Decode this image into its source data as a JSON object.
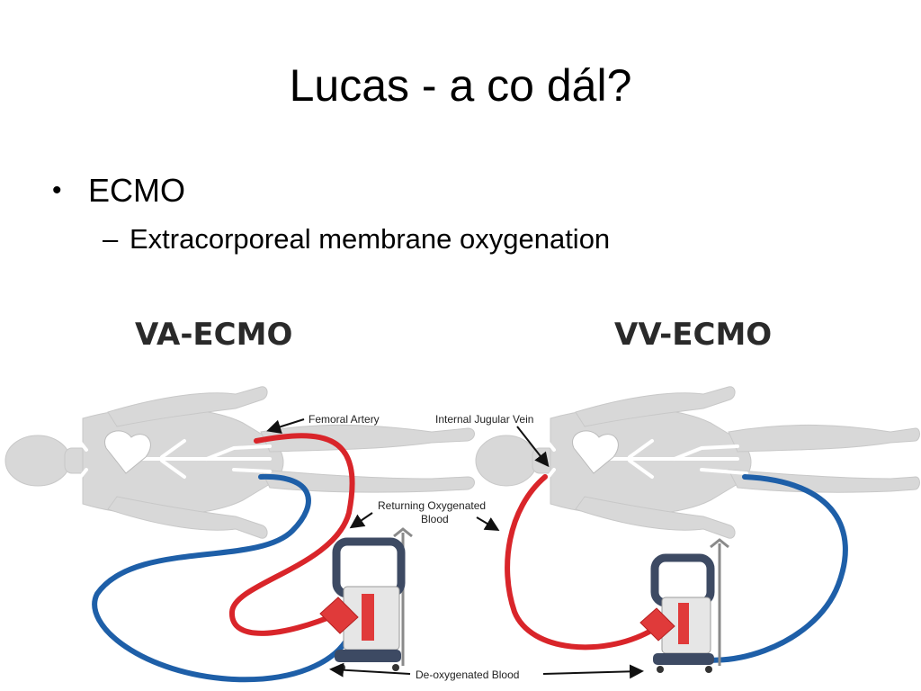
{
  "slide": {
    "title": "Lucas - a co dál?",
    "bullet": "ECMO",
    "bullet_marker": "•",
    "sub_bullet": "Extracorporeal membrane oxygenation",
    "sub_bullet_marker": "–"
  },
  "diagram": {
    "left_label": "VA-ECMO",
    "right_label": "VV-ECMO",
    "annotations": {
      "femoral_artery": "Femoral Artery",
      "internal_jugular_vein": "Internal Jugular Vein",
      "returning_line1": "Returning Oxygenated",
      "returning_line2": "Blood",
      "deoxygenated": "De-oxygenated Blood"
    },
    "colors": {
      "oxygenated": "#d9252a",
      "deoxygenated": "#1e5fa8",
      "body": "#d8d8d8",
      "machine_frame": "#3d4a63",
      "pump": "#e03a3a"
    }
  }
}
